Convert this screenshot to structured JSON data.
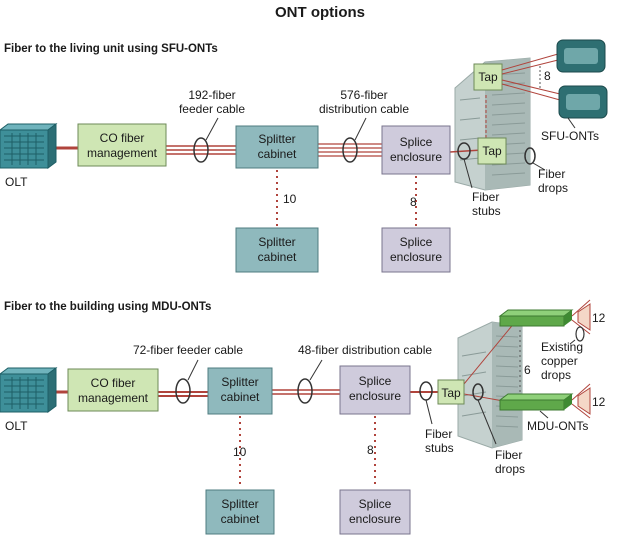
{
  "title": "ONT options",
  "colors": {
    "fiber": "#b0443c",
    "co_box": "#cfe6b4",
    "splitter_box": "#8fb9bd",
    "splice_box": "#cfcbdc",
    "tap_box": "#cfe6b4",
    "building": "#b8c6c3",
    "olt": "#3e8f99",
    "sfu_ont": "#2e6f72",
    "mdu_ont": "#5fa84a"
  },
  "section1": {
    "heading": "Fiber to the living unit using SFU-ONTs",
    "olt": "OLT",
    "co_line1": "CO fiber",
    "co_line2": "management",
    "feeder_line1": "192-fiber",
    "feeder_line2": "feeder cable",
    "splitter_line1": "Splitter",
    "splitter_line2": "cabinet",
    "distribution_line1": "576-fiber",
    "distribution_line2": "distribution cable",
    "splice_line1": "Splice",
    "splice_line2": "enclosure",
    "tap": "Tap",
    "count_taps": "8",
    "sfu_onts": "SFU-ONTs",
    "fiber_drops_line1": "Fiber",
    "fiber_drops_line2": "drops",
    "fiber_stubs_line1": "Fiber",
    "fiber_stubs_line2": "stubs",
    "count_splitters": "10",
    "count_splices": "8"
  },
  "section2": {
    "heading": "Fiber to the building using MDU-ONTs",
    "olt": "OLT",
    "co_line1": "CO fiber",
    "co_line2": "management",
    "feeder": "72-fiber feeder cable",
    "splitter_line1": "Splitter",
    "splitter_line2": "cabinet",
    "distribution": "48-fiber distribution cable",
    "splice_line1": "Splice",
    "splice_line2": "enclosure",
    "tap": "Tap",
    "count_onts": "6",
    "count_copper_top": "12",
    "count_copper_bottom": "12",
    "copper_line1": "Existing",
    "copper_line2": "copper",
    "copper_line3": "drops",
    "mdu_onts": "MDU-ONTs",
    "fiber_stubs_line1": "Fiber",
    "fiber_stubs_line2": "stubs",
    "fiber_drops_line1": "Fiber",
    "fiber_drops_line2": "drops",
    "count_splitters": "10",
    "count_splices": "8"
  }
}
